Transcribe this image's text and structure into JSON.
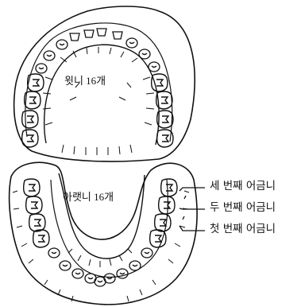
{
  "upper_arch": {
    "label": "윗니 16개"
  },
  "lower_arch": {
    "label": "아랫니 16개"
  },
  "molar_labels": {
    "third": "세 번째 어금니",
    "second": "두 번째 어금니",
    "first": "첫 번째 어금니"
  },
  "colors": {
    "line": "#111111",
    "background": "#ffffff"
  }
}
